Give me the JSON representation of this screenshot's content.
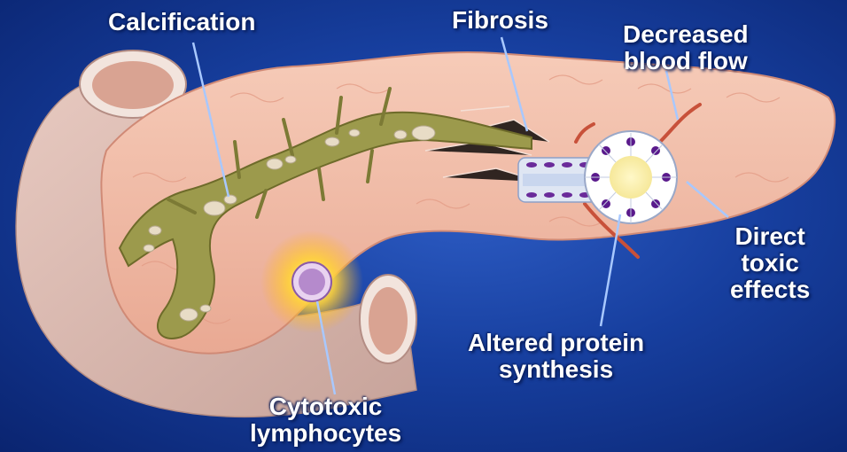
{
  "labels": {
    "calcification": "Calcification",
    "fibrosis": "Fibrosis",
    "decreased_blood_flow": [
      "Decreased",
      "blood flow"
    ],
    "direct_toxic_effects": [
      "Direct",
      "toxic",
      "effects"
    ],
    "altered_protein_synthesis": [
      "Altered protein",
      "synthesis"
    ],
    "cytotoxic_lymphocytes": [
      "Cytotoxic",
      "lymphocytes"
    ]
  },
  "colors": {
    "background": "#173f9f",
    "pancreas": "#f2b8a6",
    "duodenum": "#d8b6ad",
    "duct": "#9c9a4c",
    "calcium_deposit": "#e8dcc6",
    "blood_vessel": "#c8513a",
    "acinar_nucleus": "#5a1a8c",
    "lymphocyte_glow": "#ffd23a",
    "leader_line": "#a8c8ff",
    "label_text": "#ffffff"
  }
}
